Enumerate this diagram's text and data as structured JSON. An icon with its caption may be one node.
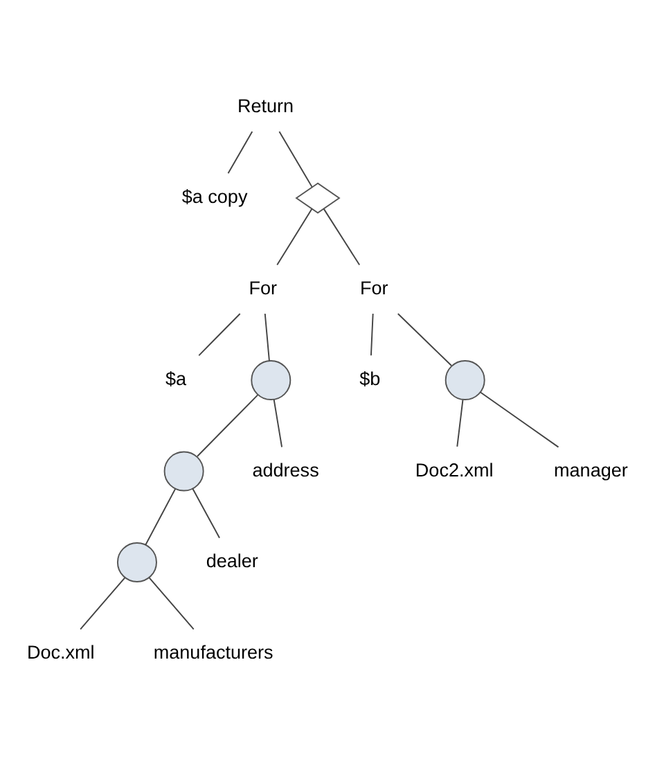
{
  "diagram": {
    "nodes": [
      {
        "text": [
          "Return"
        ]
      },
      {
        "text": [
          "$a copy"
        ]
      },
      {
        "text": [],
        "shape": "bowtie"
      },
      {
        "text": [
          "For"
        ]
      },
      {
        "text": [
          "$a"
        ]
      },
      {
        "text": [],
        "shape": "circle"
      },
      {
        "text": [
          "For"
        ]
      },
      {
        "text": [
          "$b"
        ]
      },
      {
        "text": [],
        "shape": "circle"
      },
      {
        "text": [],
        "shape": "circle"
      },
      {
        "text": [
          "address"
        ]
      },
      {
        "text": [
          "Doc2.xml"
        ]
      },
      {
        "text": [
          "manager"
        ]
      },
      {
        "text": [],
        "shape": "circle"
      },
      {
        "text": [
          "dealer"
        ]
      },
      {
        "text": [
          "Doc.xml"
        ]
      },
      {
        "text": [
          "manufacturers"
        ]
      }
    ],
    "edges": [
      {
        "from": 0,
        "to": 1,
        "arrow": "none"
      },
      {
        "from": 0,
        "to": 2,
        "arrow": "none"
      },
      {
        "from": 2,
        "to": 3,
        "arrow": "none"
      },
      {
        "from": 2,
        "to": 6,
        "arrow": "none"
      },
      {
        "from": 3,
        "to": 4,
        "arrow": "none"
      },
      {
        "from": 3,
        "to": 5,
        "arrow": "none"
      },
      {
        "from": 6,
        "to": 7,
        "arrow": "none"
      },
      {
        "from": 6,
        "to": 8,
        "arrow": "none"
      },
      {
        "from": 5,
        "to": 9,
        "arrow": "none"
      },
      {
        "from": 5,
        "to": 10,
        "arrow": "none"
      },
      {
        "from": 8,
        "to": 11,
        "arrow": "none"
      },
      {
        "from": 8,
        "to": 12,
        "arrow": "none"
      },
      {
        "from": 9,
        "to": 13,
        "arrow": "none"
      },
      {
        "from": 9,
        "to": 14,
        "arrow": "none"
      },
      {
        "from": 13,
        "to": 15,
        "arrow": "none"
      },
      {
        "from": 13,
        "to": 16,
        "arrow": "none"
      }
    ]
  }
}
